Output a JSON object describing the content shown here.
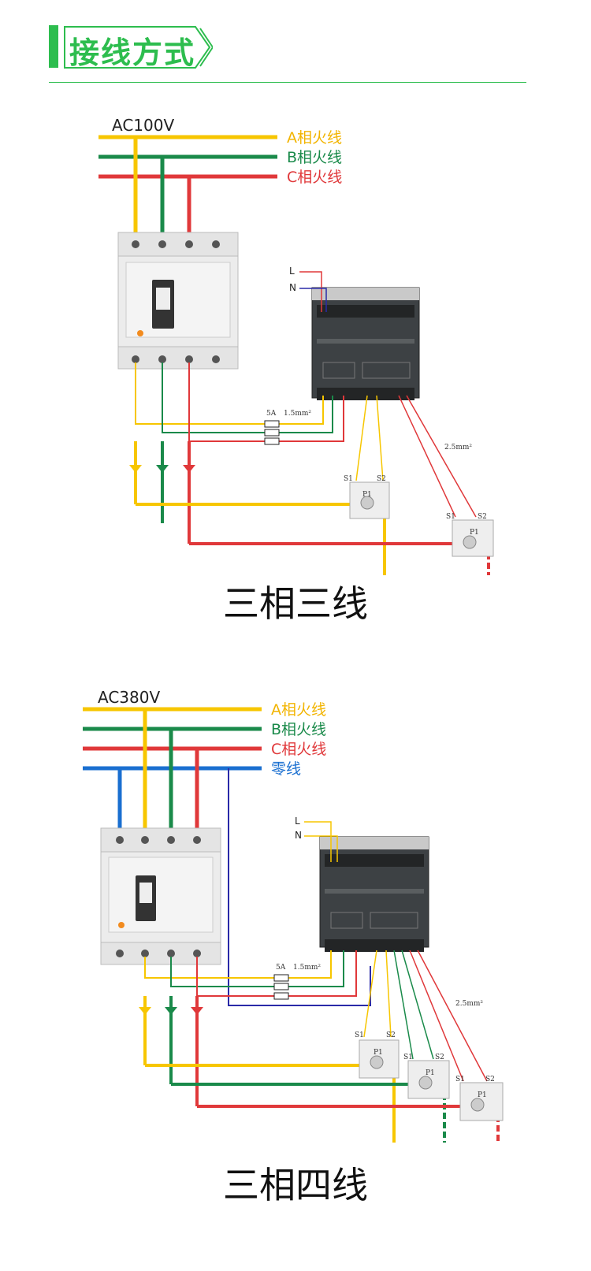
{
  "header": {
    "title": "接线方式",
    "color": "#2dbd4e"
  },
  "colors": {
    "phase_a": "#f7c600",
    "phase_b": "#1a8a4a",
    "phase_c": "#e0383a",
    "neutral": "#1a6fd0",
    "wire_n": "#2a2aa8"
  },
  "diagram1": {
    "voltage": "AC100V",
    "lines": [
      "A相火线",
      "B相火线",
      "C相火线"
    ],
    "terminal_l": "L",
    "terminal_n": "N",
    "fuse_label": "5A",
    "wire_small": "1.5mm²",
    "wire_large": "2.5mm²",
    "ct_s1": "S1",
    "ct_s2": "S2",
    "ct_p1": "P1",
    "caption": "三相三线"
  },
  "diagram2": {
    "voltage": "AC380V",
    "lines": [
      "A相火线",
      "B相火线",
      "C相火线",
      "零线"
    ],
    "terminal_l": "L",
    "terminal_n": "N",
    "fuse_label": "5A",
    "wire_small": "1.5mm²",
    "wire_large": "2.5mm²",
    "ct_s1": "S1",
    "ct_s2": "S2",
    "ct_p1": "P1",
    "caption": "三相四线"
  }
}
